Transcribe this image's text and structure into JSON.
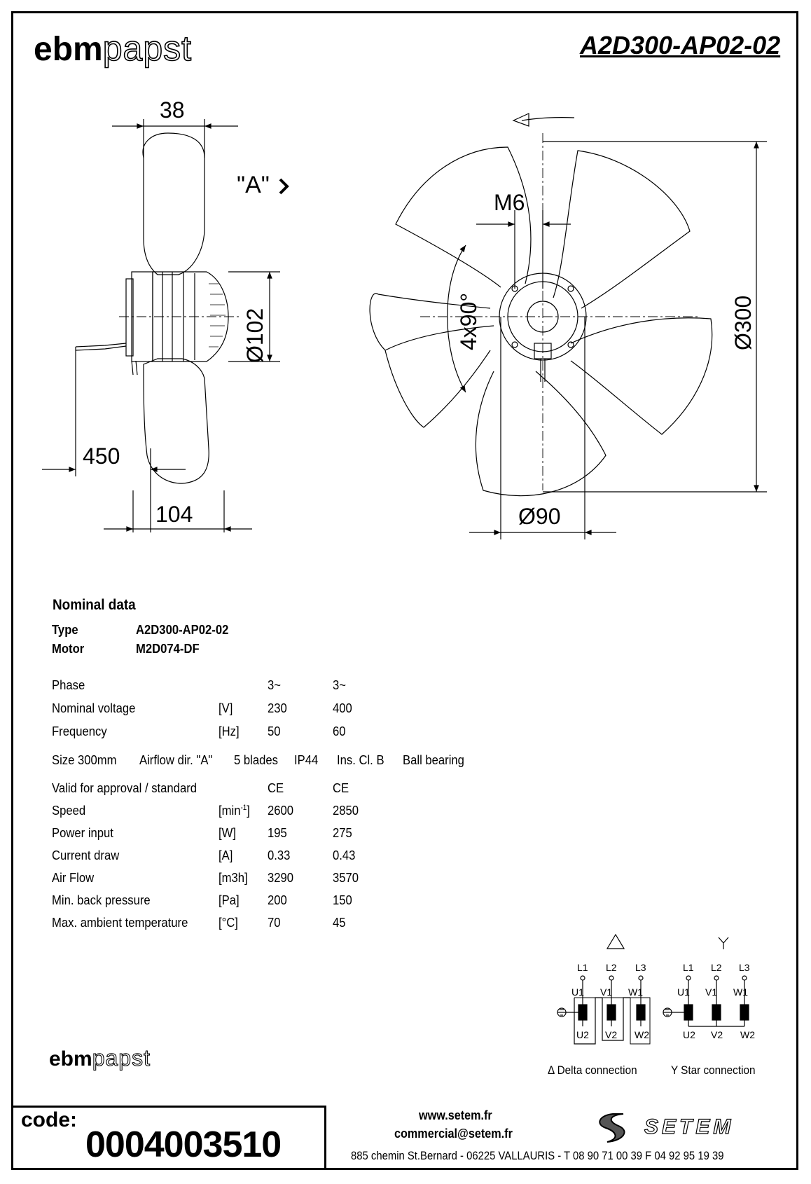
{
  "header": {
    "logo_bold": "ebm",
    "logo_outline": "papst",
    "model_title": "A2D300-AP02-02"
  },
  "drawing": {
    "dim_38": "38",
    "view_a": "\"A\"",
    "dim_d102": "Ø102",
    "dim_450": "450",
    "dim_104": "104",
    "dim_m6": "M6",
    "dim_4x90": "4x90°",
    "dim_d300": "Ø300",
    "dim_d90": "Ø90"
  },
  "nominal": {
    "heading": "Nominal data",
    "type_label": "Type",
    "type_value": "A2D300-AP02-02",
    "motor_label": "Motor",
    "motor_value": "M2D074-DF",
    "rows_a": [
      {
        "label": "Phase",
        "unit": "",
        "v1": "3~",
        "v2": "3~"
      },
      {
        "label": "Nominal voltage",
        "unit": "[V]",
        "v1": "230",
        "v2": "400"
      },
      {
        "label": "Frequency",
        "unit": "[Hz]",
        "v1": "50",
        "v2": "60"
      }
    ],
    "specs": {
      "size": "Size  300mm",
      "airflow": "Airflow dir. \"A\"",
      "blades": "5 blades",
      "ip": "IP44",
      "ins": "Ins. Cl. B",
      "bearing": "Ball bearing"
    },
    "rows_b": [
      {
        "label": "Valid for approval / standard",
        "unit": "",
        "v1": "CE",
        "v2": "CE"
      },
      {
        "label": "Speed",
        "unit": "[min-1]",
        "v1": "2600",
        "v2": "2850"
      },
      {
        "label": "Power input",
        "unit": "[W]",
        "v1": "195",
        "v2": "275"
      },
      {
        "label": "Current draw",
        "unit": "[A]",
        "v1": "0.33",
        "v2": "0.43"
      },
      {
        "label": "Air Flow",
        "unit": "[m3h]",
        "v1": "3290",
        "v2": "3570"
      },
      {
        "label": "Min. back pressure",
        "unit": "[Pa]",
        "v1": "200",
        "v2": "150"
      },
      {
        "label": "Max. ambient temperature",
        "unit": "[°C]",
        "v1": "70",
        "v2": " 45"
      }
    ]
  },
  "wiring": {
    "delta_symbol": "Δ",
    "star_symbol": "Y",
    "lines": [
      "L1",
      "L2",
      "L3"
    ],
    "upper": [
      "U1",
      "V1",
      "W1"
    ],
    "lower": [
      "U2",
      "V2",
      "W2"
    ],
    "delta_caption": "Δ  Delta connection",
    "star_caption": "Y  Star connection"
  },
  "footer": {
    "code_label": "code:",
    "code_value": "0004003510",
    "website": "www.setem.fr",
    "email": "commercial@setem.fr",
    "address": "885 chemin St.Bernard  -  06225 VALLAURIS  -  T 08 90 71 00 39   F 04 92 95 19 39",
    "brand": "SETEM"
  }
}
